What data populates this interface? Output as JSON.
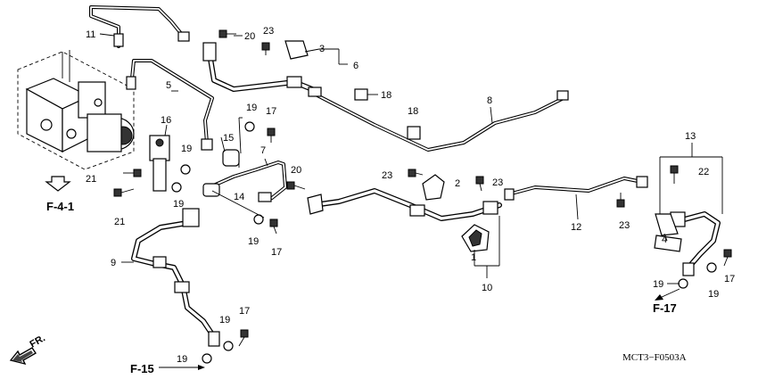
{
  "callouts": {
    "c1": "1",
    "c2": "2",
    "c3": "3",
    "c4": "4",
    "c5": "5",
    "c6": "6",
    "c7": "7",
    "c8": "8",
    "c9": "9",
    "c10": "10",
    "c11": "11",
    "c12": "12",
    "c13": "13",
    "c14": "14",
    "c15": "15",
    "c16": "16",
    "c17a": "17",
    "c17b": "17",
    "c17c": "17",
    "c17d": "17",
    "c18a": "18",
    "c18b": "18",
    "c19a": "19",
    "c19b": "19",
    "c19c": "19",
    "c19d": "19",
    "c19e": "19",
    "c19f": "19",
    "c19g": "19",
    "c19h": "19",
    "c20a": "20",
    "c20b": "20",
    "c21a": "21",
    "c21b": "21",
    "c22": "22",
    "c23a": "23",
    "c23b": "23",
    "c23c": "23",
    "c23d": "23"
  },
  "references": {
    "f41": "F-4-1",
    "f15": "F-15",
    "f17": "F-17",
    "fr": "FR."
  },
  "diagram_code": "MCT3−F0503A"
}
